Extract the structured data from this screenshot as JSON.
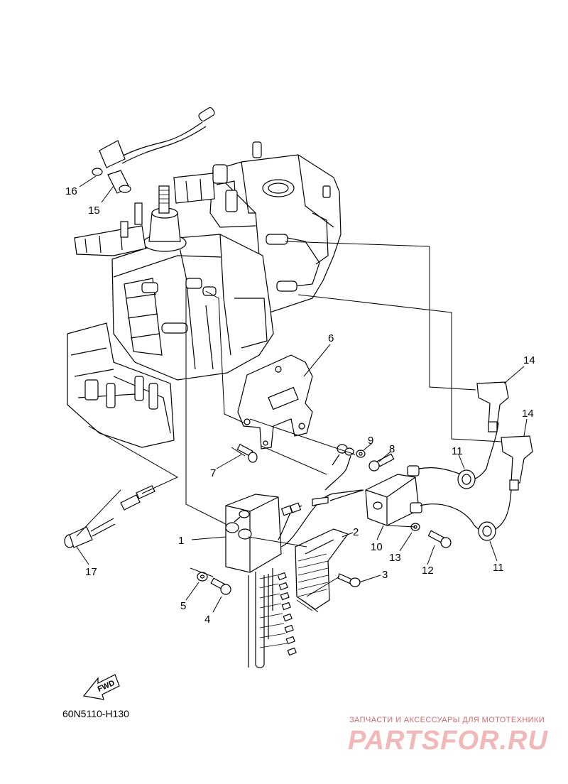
{
  "diagram_code": "60N5110-H130",
  "fwd_label": "FWD",
  "watermark": {
    "tagline": "ЗАПЧАСТИ И АКСЕССУАРЫ ДЛЯ МОТОТЕХНИКИ",
    "logo": "PARTSFOR.RU"
  },
  "callouts": {
    "c1": "1",
    "c2": "2",
    "c3": "3",
    "c4": "4",
    "c5": "5",
    "c6": "6",
    "c7": "7",
    "c8": "8",
    "c9": "9",
    "c10": "10",
    "c11a": "11",
    "c11b": "11",
    "c12": "12",
    "c13": "13",
    "c14a": "14",
    "c14b": "14",
    "c15": "15",
    "c16": "16",
    "c17": "17"
  }
}
